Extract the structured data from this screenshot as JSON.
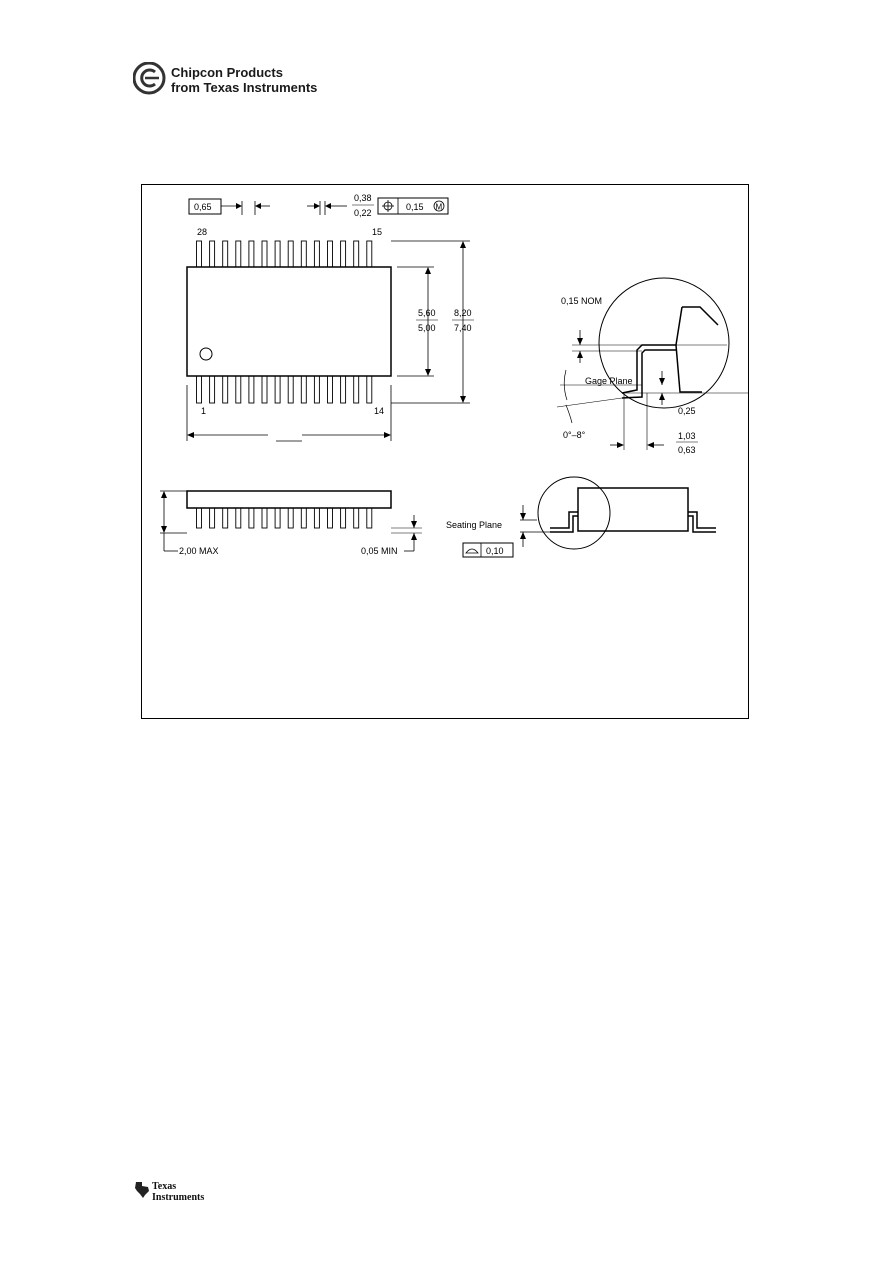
{
  "header": {
    "logo_letter": "C",
    "line1": "Chipcon Products",
    "line2": "from Texas Instruments"
  },
  "drawing": {
    "pitch": "0,65",
    "lead_width_max": "0,38",
    "lead_width_min": "0,22",
    "position_tolerance": "0,15",
    "pin_top_left": "28",
    "pin_top_right": "15",
    "pin_bottom_left": "1",
    "pin_bottom_right": "14",
    "body_width_max": "5,60",
    "body_width_min": "5,00",
    "overall_width_max": "8,20",
    "overall_width_min": "7,40",
    "nom_thickness": "0,15 NOM",
    "gage_plane": "Gage Plane",
    "gage_dim": "0,25",
    "angle": "0°–8°",
    "foot_length_max": "1,03",
    "foot_length_min": "0,63",
    "height_max": "2,00 MAX",
    "standoff_min": "0,05 MIN",
    "seating_plane": "Seating Plane",
    "coplanarity": "0,10",
    "mmc_symbol": "M"
  },
  "footer": {
    "ti_line1": "Texas",
    "ti_line2": "Instruments"
  }
}
